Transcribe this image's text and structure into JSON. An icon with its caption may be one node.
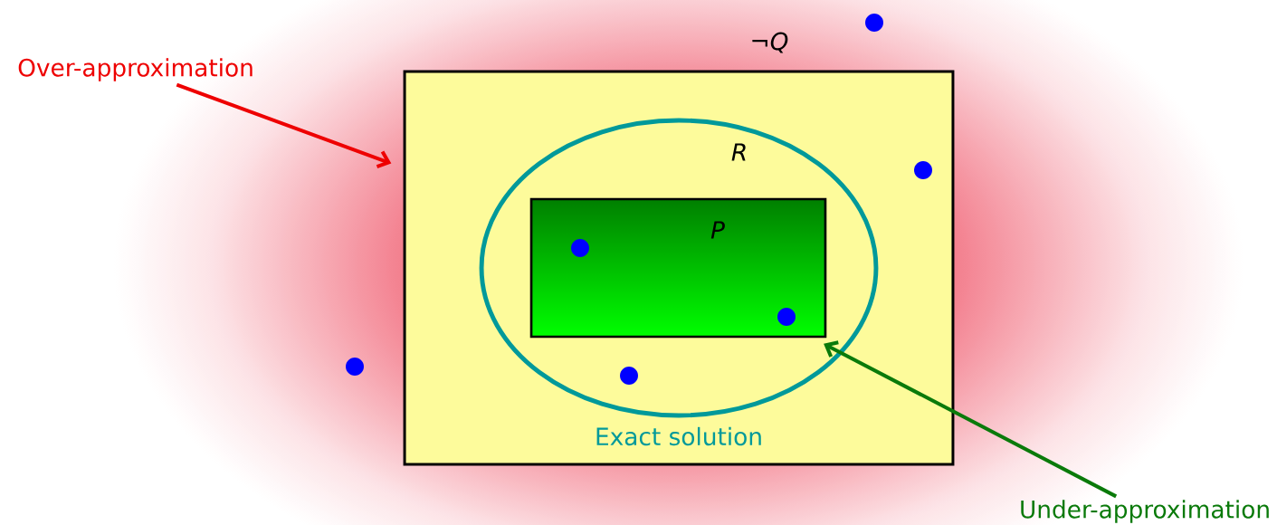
{
  "diagram": {
    "nodes": [
      {
        "text": [
          "¬*Q*"
        ]
      },
      {
        "text": [
          "R"
        ],
        "in": 0,
        "beside": [
          "Exact solution"
        ]
      },
      {
        "text": [
          "P"
        ],
        "in": 1
      },
      {
        "text": [
          "Over-approximation"
        ]
      },
      {
        "text": [
          "Under-approximation"
        ]
      }
    ],
    "edges": [
      {
        "from": 3,
        "to": 0,
        "arrow": "to",
        "color": "#ee0000"
      },
      {
        "from": 4,
        "to": 2,
        "arrow": "to",
        "color": "#0a7a0a"
      }
    ]
  }
}
